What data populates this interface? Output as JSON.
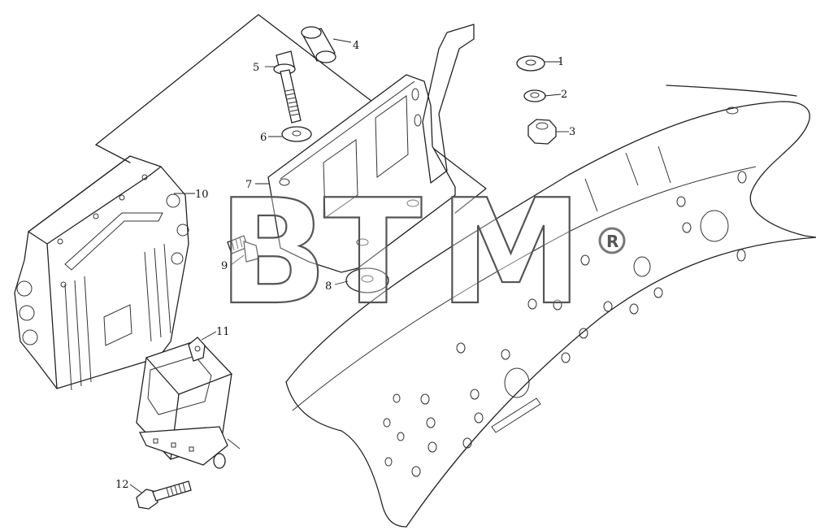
{
  "diagram": {
    "callouts": [
      {
        "id": "1",
        "label": "1"
      },
      {
        "id": "2",
        "label": "2"
      },
      {
        "id": "3",
        "label": "3"
      },
      {
        "id": "4",
        "label": "4"
      },
      {
        "id": "5",
        "label": "5"
      },
      {
        "id": "6",
        "label": "6"
      },
      {
        "id": "7",
        "label": "7"
      },
      {
        "id": "8",
        "label": "8"
      },
      {
        "id": "9",
        "label": "9"
      },
      {
        "id": "10",
        "label": "10"
      },
      {
        "id": "11",
        "label": "11"
      },
      {
        "id": "12",
        "label": "12"
      }
    ]
  },
  "watermark": {
    "letters": [
      "B",
      "T",
      "M"
    ],
    "registered_mark": "®",
    "color": "#555555"
  }
}
